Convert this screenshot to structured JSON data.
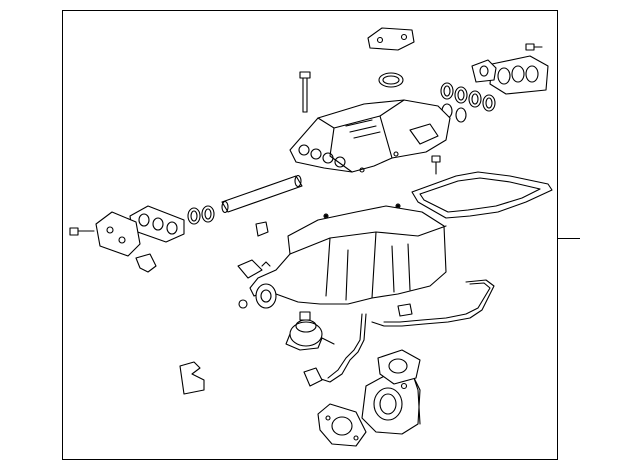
{
  "diagram": {
    "kind": "exploded-parts-assembly",
    "parts": [
      "intake-manifold-upper-cover",
      "long-bolt",
      "o-ring-top",
      "bracket-plate-top",
      "bolt-top-right",
      "port-gasket-right",
      "ring-gasket-right",
      "port-flange-right",
      "gasket-cover-right",
      "tube",
      "o-ring-pair-left",
      "port-gasket-left",
      "port-flange-left",
      "bolt-left",
      "bracket-left",
      "sensor-small",
      "connector",
      "plug",
      "supercharger-housing",
      "stud",
      "seal-band",
      "actuator",
      "hose-line",
      "pipe",
      "bracket-small-bottom-left",
      "bracket-flange-bottom",
      "throttle-body",
      "gasket-throttle"
    ]
  }
}
